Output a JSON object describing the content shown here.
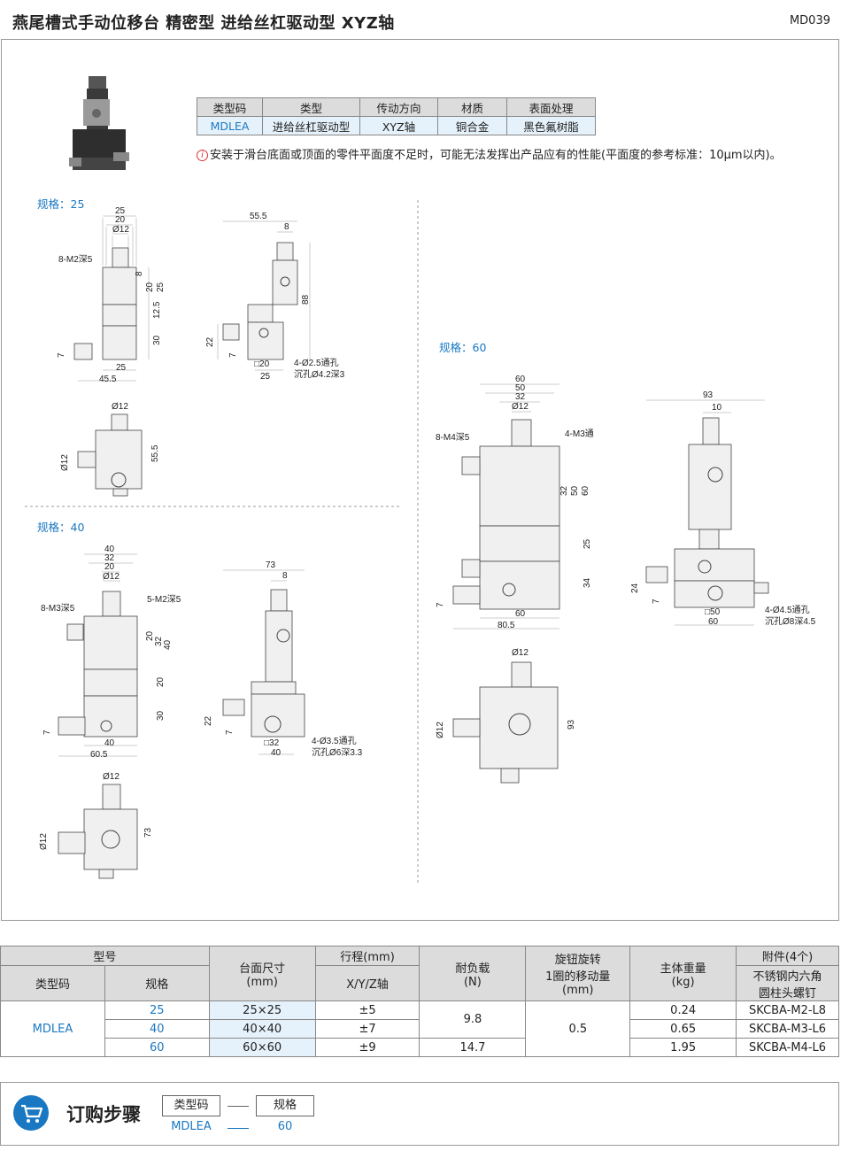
{
  "header": {
    "title": "燕尾槽式手动位移台 精密型  进给丝杠驱动型  XYZ轴",
    "code": "MD039"
  },
  "attr_table": {
    "headers": [
      "类型码",
      "类型",
      "传动方向",
      "材质",
      "表面处理"
    ],
    "row": [
      "MDLEA",
      "进给丝杠驱动型",
      "XYZ轴",
      "铜合金",
      "黑色氟树脂"
    ]
  },
  "notice": {
    "icon": "i",
    "text": "安装于滑台底面或顶面的零件平面度不足时，可能无法发挥出产品应有的性能(平面度的参考标准：10μm以内)。"
  },
  "drawings": {
    "spec25": {
      "label": "规格：25",
      "top": {
        "dims": [
          "25",
          "20",
          "Ø12",
          "8-M2深5",
          "8",
          "20",
          "25",
          "12.5",
          "30",
          "7",
          "25",
          "45.5"
        ]
      },
      "side": {
        "dims": [
          "55.5",
          "8",
          "88",
          "22",
          "7",
          "□20",
          "25",
          "4-Ø2.5通孔",
          "沉孔Ø4.2深3"
        ]
      },
      "front": {
        "dims": [
          "Ø12",
          "Ø12",
          "55.5"
        ]
      }
    },
    "spec40": {
      "label": "规格：40",
      "top": {
        "dims": [
          "40",
          "32",
          "20",
          "Ø12",
          "8-M3深5",
          "5-M2深5",
          "20",
          "32",
          "40",
          "20",
          "30",
          "7",
          "40",
          "60.5"
        ]
      },
      "side": {
        "dims": [
          "73",
          "8",
          "22",
          "7",
          "□32",
          "40",
          "4-Ø3.5通孔",
          "沉孔Ø6深3.3"
        ]
      },
      "front": {
        "dims": [
          "Ø12",
          "Ø12",
          "73"
        ]
      }
    },
    "spec60": {
      "label": "规格：60",
      "top": {
        "dims": [
          "60",
          "50",
          "32",
          "Ø12",
          "8-M4深5",
          "4-M3通",
          "32",
          "50",
          "60",
          "25",
          "34",
          "7",
          "60",
          "80.5"
        ]
      },
      "side": {
        "dims": [
          "93",
          "10",
          "24",
          "7",
          "□50",
          "60",
          "4-Ø4.5通孔",
          "沉孔Ø8深4.5"
        ]
      },
      "front": {
        "dims": [
          "Ø12",
          "Ø12",
          "93"
        ]
      }
    }
  },
  "specs": {
    "head1": [
      "型号",
      "台面尺寸\n(mm)",
      "行程(mm)",
      "耐负载\n(N)",
      "旋钮旋转\n1圈的移动量\n(mm)",
      "主体重量\n(kg)",
      "附件(4个)"
    ],
    "head2": [
      "类型码",
      "规格",
      "X/Y/Z轴",
      "不锈钢内六角\n圆柱头螺钉"
    ],
    "type_code": "MDLEA",
    "rows": [
      {
        "size": "25",
        "table": "25×25",
        "stroke": "±5",
        "weight": "0.24",
        "accessory": "SKCBA-M2-L8"
      },
      {
        "size": "40",
        "table": "40×40",
        "stroke": "±7",
        "weight": "0.65",
        "accessory": "SKCBA-M3-L6"
      },
      {
        "size": "60",
        "table": "60×60",
        "stroke": "±9",
        "weight": "1.95",
        "accessory": "SKCBA-M4-L6"
      }
    ],
    "load_a": "9.8",
    "load_b": "14.7",
    "movement": "0.5"
  },
  "order": {
    "title": "订购步骤",
    "icon": "cart-icon",
    "labels": [
      "类型码",
      "规格"
    ],
    "values": [
      "MDLEA",
      "60"
    ]
  },
  "colors": {
    "accent": "#1a78c2",
    "tint": "#e6f2fb",
    "header_gray": "#dcdcdc"
  }
}
